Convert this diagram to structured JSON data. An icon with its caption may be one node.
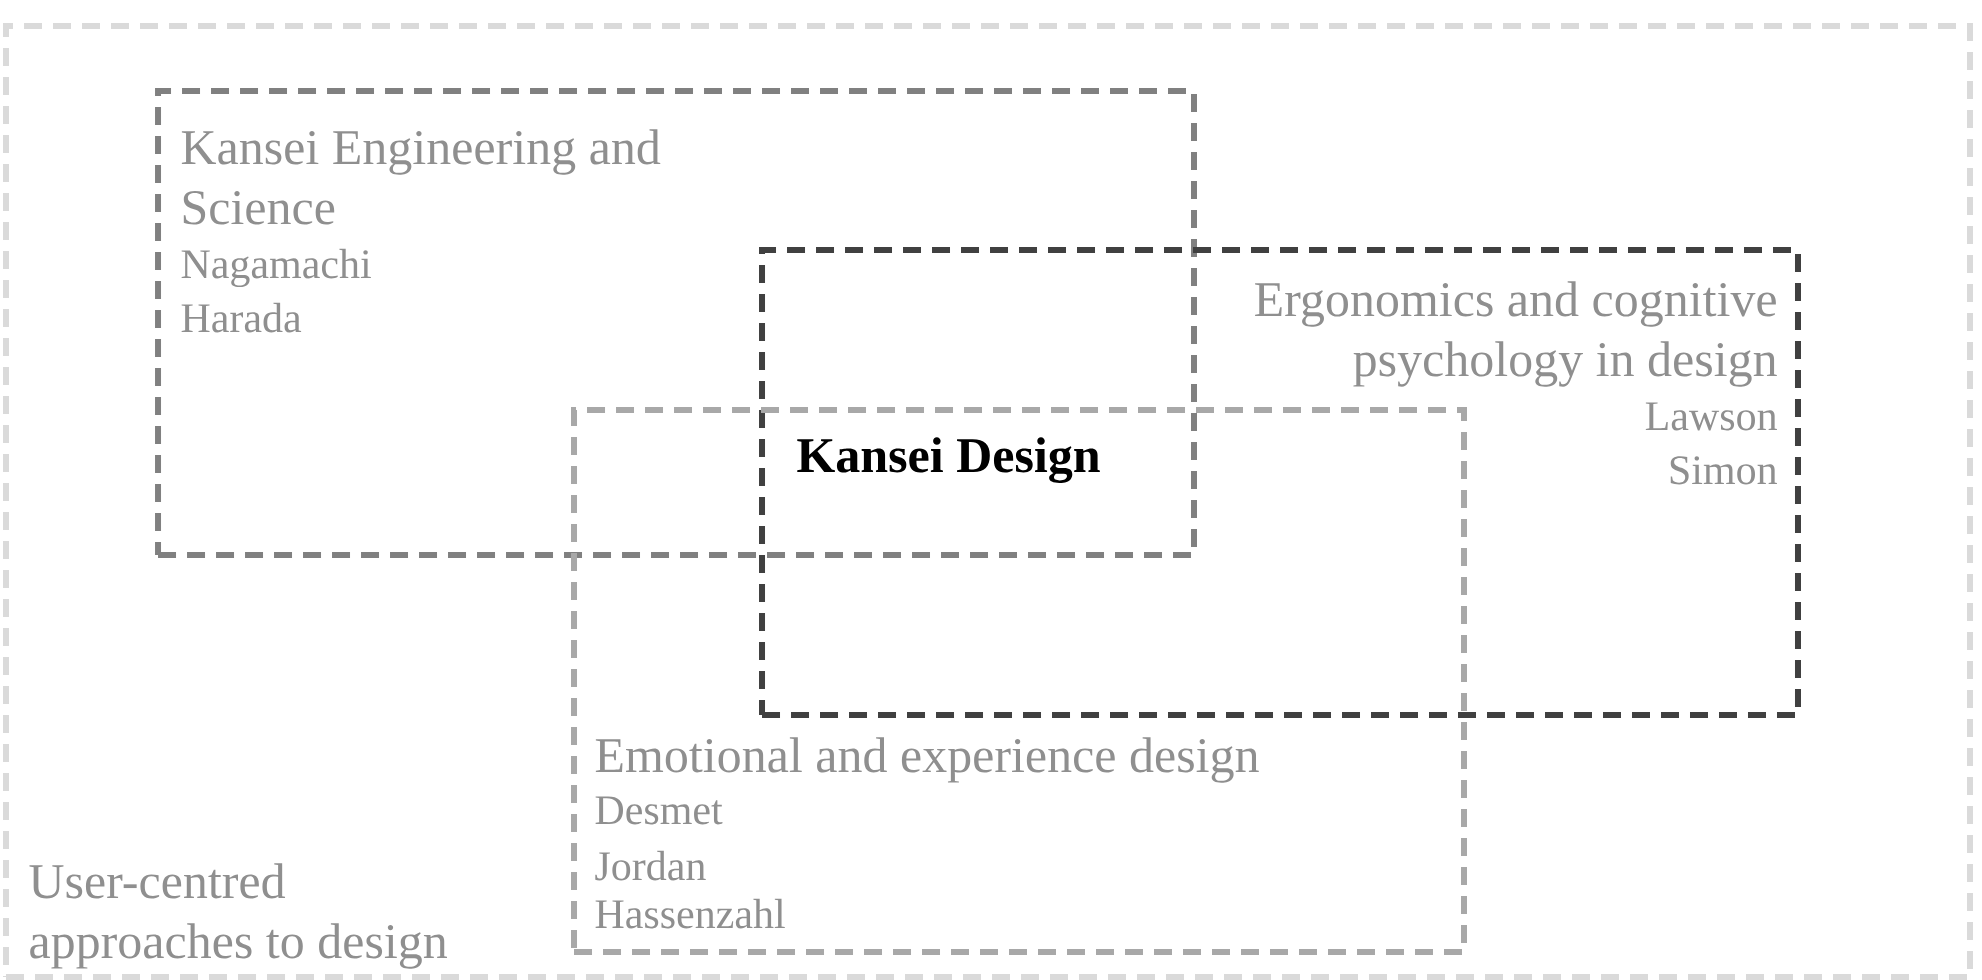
{
  "diagram": {
    "nodes": [
      {
        "text": [
          "User-centred approaches to design"
        ]
      },
      {
        "text": [
          "Kansei Engineering and Science",
          "Nagamachi",
          "Harada"
        ],
        "in": 0
      },
      {
        "text": [
          "Ergonomics and cognitive psychology in design",
          "Lawson",
          "Simon"
        ],
        "in": 0
      },
      {
        "text": [
          "Emotional and experience design",
          "Desmet",
          "Jordan",
          "Hassenzahl"
        ],
        "in": 0
      }
    ],
    "labels": [
      "Kansei Design"
    ]
  }
}
